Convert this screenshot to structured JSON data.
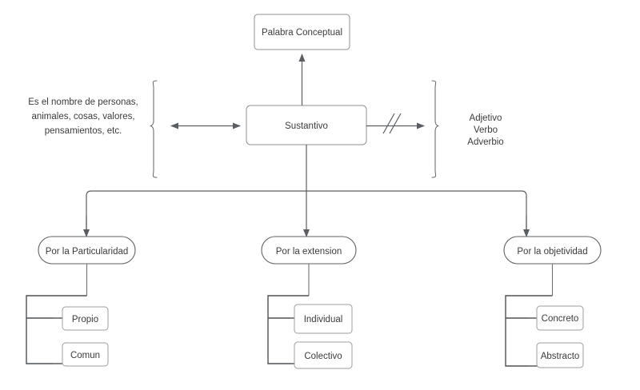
{
  "diagram": {
    "title_node": {
      "label": "Palabra Conceptual"
    },
    "root_node": {
      "label": "Sustantivo"
    },
    "left_annotation": {
      "line1": "Es el nombre de personas,",
      "line2": "animales, cosas, valores,",
      "line3": "pensamientos, etc."
    },
    "right_annotation": {
      "line1": "Adjetivo",
      "line2": "Verbo",
      "line3": "Adverbio"
    },
    "branches": [
      {
        "label": "Por la Particularidad",
        "leaves": [
          {
            "label": "Propio"
          },
          {
            "label": "Comun"
          }
        ]
      },
      {
        "label": "Por la extension",
        "leaves": [
          {
            "label": "Individual"
          },
          {
            "label": "Colectivo"
          }
        ]
      },
      {
        "label": "Por la objetividad",
        "leaves": [
          {
            "label": "Concreto"
          },
          {
            "label": "Abstracto"
          }
        ]
      }
    ],
    "colors": {
      "background": "#ffffff",
      "text": "#3b3b3b",
      "box_stroke": "#8c8f93",
      "pill_stroke": "#5f6266",
      "connector": "#5a5d61",
      "bracket": "#4d5053"
    }
  }
}
